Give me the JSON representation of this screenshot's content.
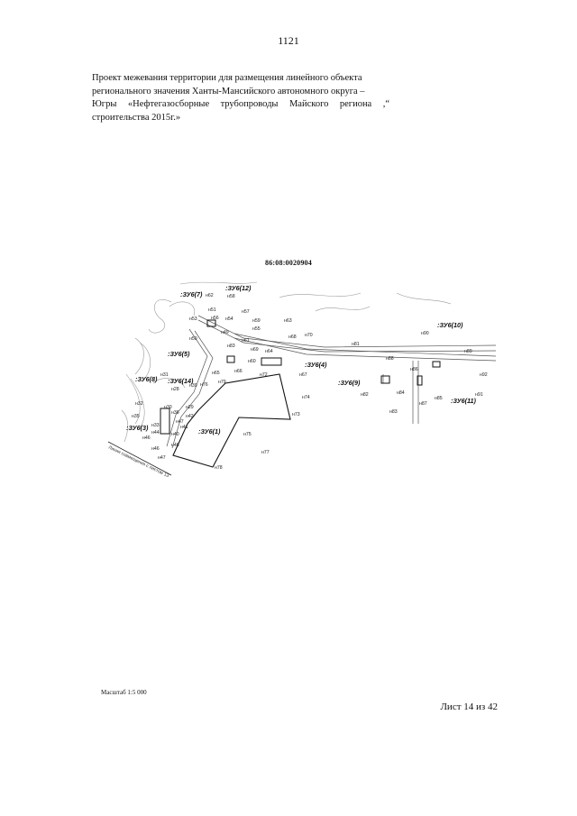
{
  "page": {
    "number": "1121"
  },
  "title": {
    "lines": [
      "Проект межевания территории для размещения линейного объекта",
      "регионального значения Ханты-Мансийского автономного округа –",
      "Югры «Нефтегазосборные трубопроводы Майского региона ,“",
      "строительства 2015г.»"
    ]
  },
  "map": {
    "cadastral_number": "86:08:0020904",
    "plot_labels": [
      ":ЗУ6(7)",
      ":ЗУ6(12)",
      ":ЗУ6(10)",
      ":ЗУ6(5)",
      ":ЗУ6(4)",
      ":ЗУ6(9)",
      ":ЗУ6(11)",
      ":ЗУ6(8)",
      ":ЗУ6(14)",
      ":ЗУ6(3)",
      ":ЗУ6(1)"
    ],
    "point_labels": [
      "н62",
      "н58",
      "н51",
      "н57",
      "н53",
      "н56",
      "н54",
      "н59",
      "н55",
      "н49",
      "н50",
      "н61",
      "н63",
      "н68",
      "н70",
      "н81",
      "н90",
      "н89",
      "н69",
      "н83",
      "н64",
      "н60",
      "н65",
      "н66",
      "н72",
      "н67",
      "н88",
      "н86",
      "н92",
      "н31",
      "н79",
      "н76",
      "н74",
      "н82",
      "н84",
      "н85",
      "н91",
      "н87",
      "н83",
      "н28",
      "н30",
      "н29",
      "н39",
      "н32",
      "н36",
      "н42",
      "н35",
      "н47",
      "н33",
      "н41",
      "н46",
      "н40",
      "н44",
      "н48",
      "н73",
      "н75",
      "н77",
      "н78",
      "н46",
      "н47"
    ],
    "match_line_label": "Линия совмещения с листом 13"
  },
  "footer": {
    "scale": "Масштаб 1:5 000",
    "sheet": "Лист 14 из 42"
  }
}
